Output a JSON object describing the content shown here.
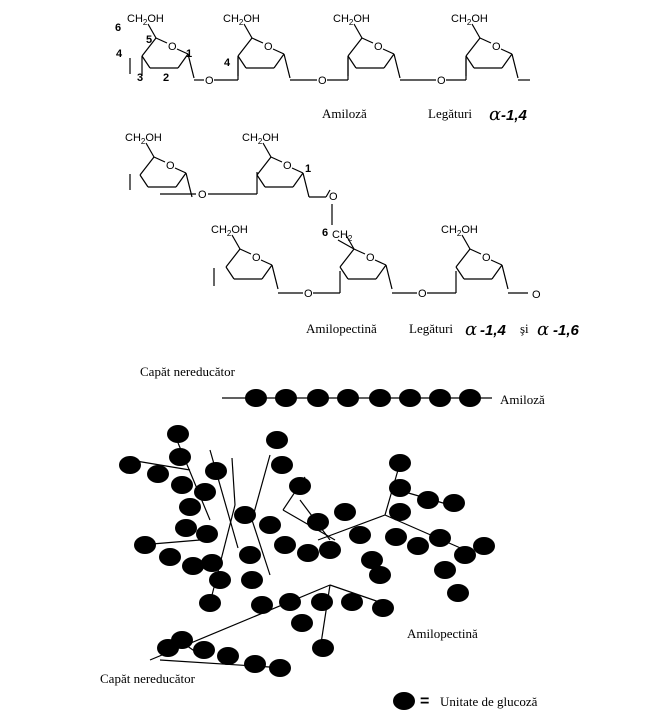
{
  "labels": {
    "ch2oh": "CH2OH",
    "ring_oxygen": "O",
    "bridge_oxygen": "O",
    "ch2_group": "CH2",
    "amiloza": "Amiloză",
    "legaturi": "Legături",
    "alpha": "α",
    "bond_14": "-1,4",
    "amilopectina": "Amilopectină",
    "si": "şi",
    "bond_16": "-1,6",
    "capat_nereducator_top": "Capăt nereducător",
    "capat_nereducator_bottom": "Capăt nereducător",
    "amiloza_chain": "Amiloză",
    "amilopectina_tree": "Amilopectină",
    "legend_equals": "=",
    "legend_text": "Unitate de glucoză"
  },
  "carbon_numbers": [
    "6",
    "5",
    "4",
    "1",
    "3",
    "2",
    "4",
    "1",
    "6"
  ],
  "colors": {
    "ink": "#000000",
    "background": "#ffffff"
  }
}
